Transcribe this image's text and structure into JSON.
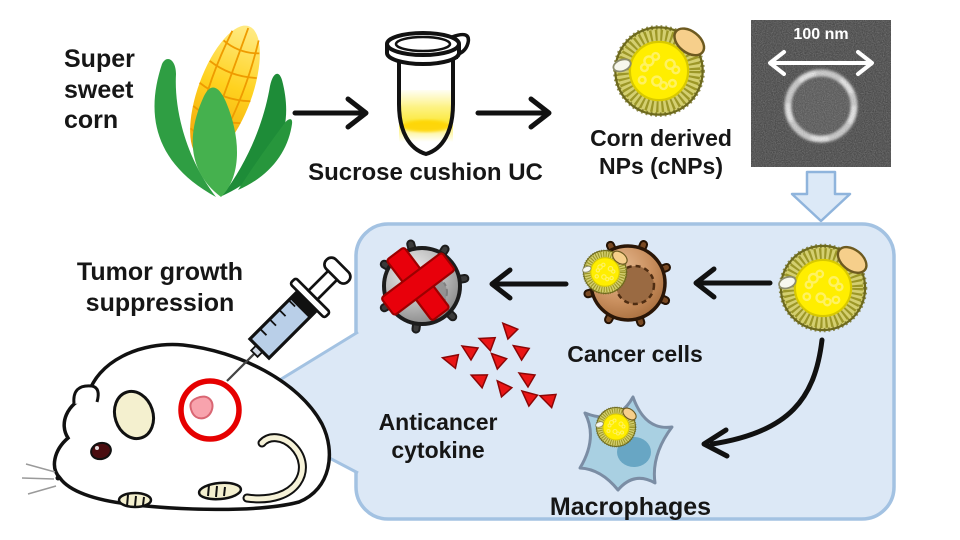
{
  "figure": {
    "step1_label": "Super\nsweet\ncorn",
    "step2_label": "Sucrose cushion UC",
    "step3_label": "Corn derived\nNPs (cNPs)",
    "tem_scale_label": "100 nm",
    "cancer_cells_label": "Cancer cells",
    "cytokine_label": "Anticancer\ncytokine",
    "macrophages_label": "Macrophages",
    "outcome_label": "Tumor growth\nsuppression"
  },
  "icons": {
    "corn": "corn-icon",
    "tube": "centrifuge-tube-icon",
    "nanoparticle": "nanoparticle-icon",
    "tem": "tem-micrograph",
    "dead_cell": "dead-cancer-cell-icon",
    "red_x": "red-x-icon",
    "cancer_cell": "cancer-cell-icon",
    "cytokines": "cytokine-triangles-icon",
    "macrophage": "macrophage-icon",
    "mouse": "mouse-icon",
    "syringe": "syringe-icon",
    "tumor_circle": "tumor-highlight-circle"
  },
  "colors": {
    "box-fill": "#dce8f6",
    "box-stroke": "#a3c2e2",
    "arrow-black": "#111111",
    "cytokine-red": "#ea1515",
    "np-core": "#ffee00",
    "np-ring": "#d4cf70",
    "corn-yellow": "#ffd21f",
    "husk-green": "#2f9e43",
    "tem-bg": "#3d3d3d",
    "syringe-blue": "#b9cfe8",
    "circle-red": "#e60000"
  }
}
